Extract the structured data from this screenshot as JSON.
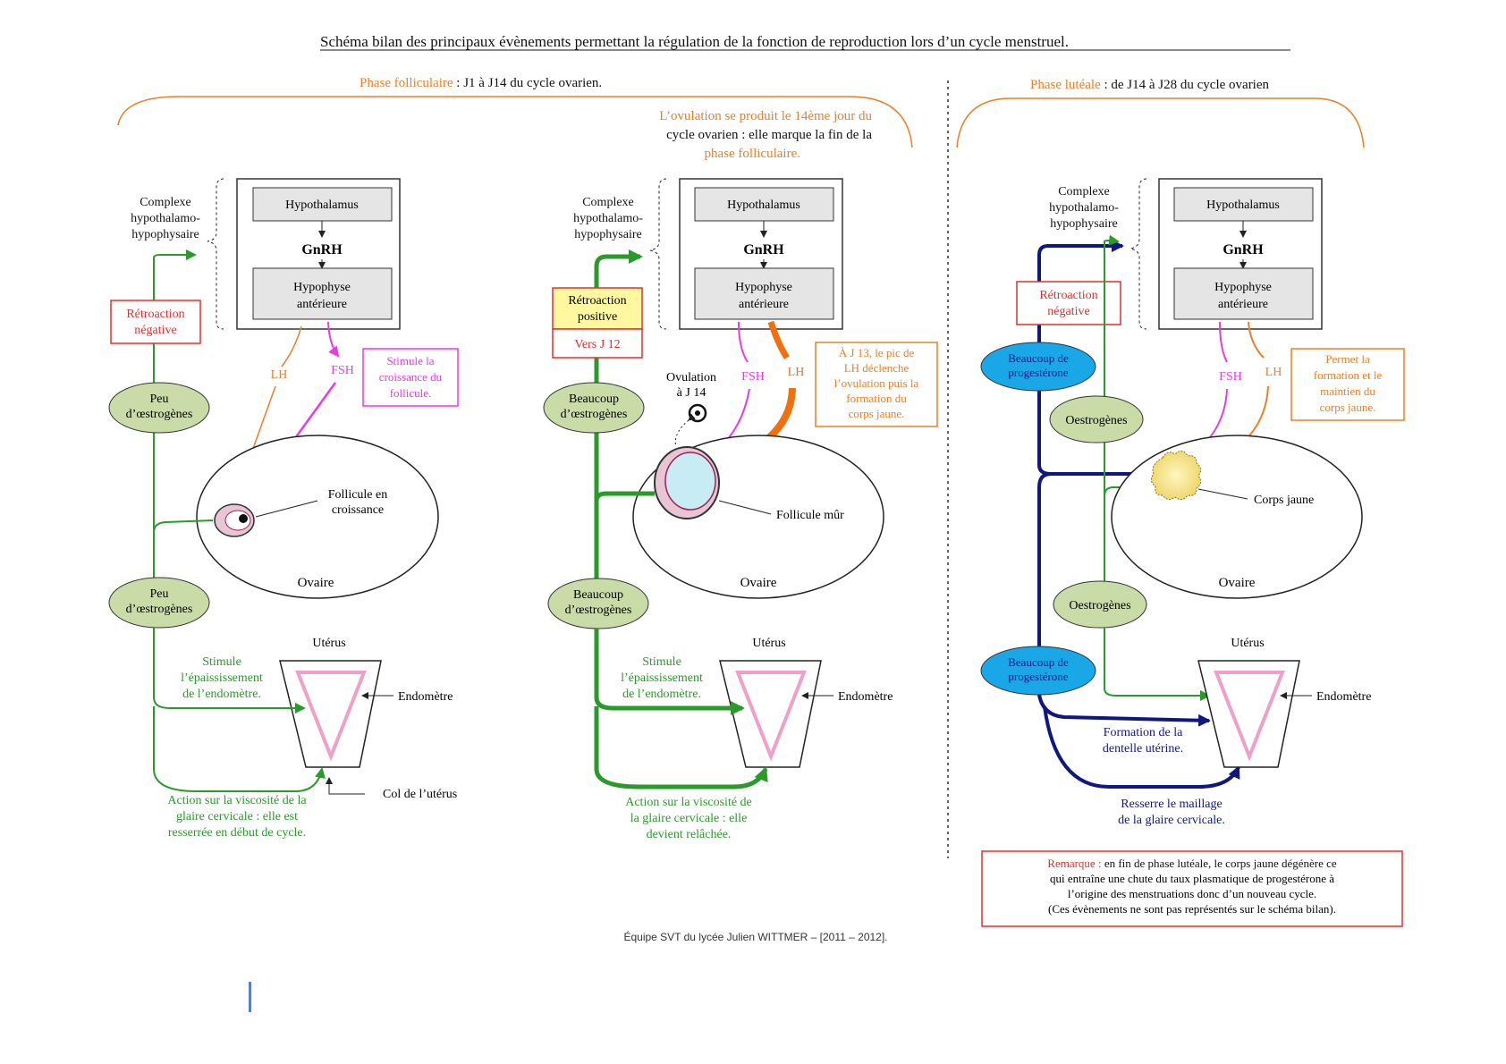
{
  "title": "Schéma bilan des principaux évènements permettant la régulation de la fonction de reproduction lors d’un cycle menstruel.",
  "colors": {
    "orange": "#e8802a",
    "magenta": "#e83ce0",
    "green": "#2a9a2a",
    "navy": "#101880",
    "red": "#e03030",
    "oval": "#c9dca8",
    "blue_oval": "#1aa7e8"
  },
  "shared": {
    "complexe": [
      "Complexe",
      "hypothalamo-",
      "hypophysaire"
    ],
    "hypothalamus": "Hypothalamus",
    "gnrh": "GnRH",
    "hypophyse": [
      "Hypophyse",
      "antérieure"
    ],
    "ovaire": "Ovaire",
    "uterus": "Utérus",
    "endometre": "Endomètre",
    "lh": "LH",
    "fsh": "FSH"
  },
  "follicular": {
    "phase_name": "Phase folliculaire",
    "phase_range": " : J1 à J14 du cycle ovarien.",
    "ovulation_note": [
      "L’ovulation se produit le 14ème jour du",
      "cycle ovarien : elle marque la fin de la",
      "phase folliculaire."
    ],
    "panel1": {
      "retro": [
        "Rétroaction",
        "négative"
      ],
      "peu1": [
        "Peu",
        "d’œstrogènes"
      ],
      "peu2": [
        "Peu",
        "d’œstrogènes"
      ],
      "stimule_box": [
        "Stimule la",
        "croissance du",
        "follicule."
      ],
      "follicule": [
        "Follicule en",
        "croissance"
      ],
      "stimule_endo": [
        "Stimule",
        "l’épaississement",
        "de l’endomètre."
      ],
      "col": "Col de l’utérus",
      "action": [
        "Action sur la viscosité de la",
        "glaire cervicale : elle est",
        "resserrée en début de cycle."
      ]
    },
    "panel2": {
      "retro": [
        "Rétroaction",
        "positive"
      ],
      "vers": "Vers J 12",
      "beaucoup1": [
        "Beaucoup",
        "d’œstrogènes"
      ],
      "beaucoup2": [
        "Beaucoup",
        "d’œstrogènes"
      ],
      "ovulation": [
        "Ovulation",
        "à J 14"
      ],
      "aj13": [
        "À J 13, le pic de",
        "LH déclenche",
        "l’ovulation puis la",
        "formation du",
        "corps jaune."
      ],
      "follicule_mur": "Follicule mûr",
      "stimule_endo": [
        "Stimule",
        "l’épaississement",
        "de l’endomètre."
      ],
      "action": [
        "Action sur la viscosité de",
        "la glaire cervicale : elle",
        "devient relâchée."
      ]
    }
  },
  "luteal": {
    "phase_name": "Phase lutéale",
    "phase_range": " : de J14 à J28 du cycle ovarien",
    "retro": [
      "Rétroaction",
      "négative"
    ],
    "progesterone1": [
      "Beaucoup de",
      "progestérone"
    ],
    "progesterone2": [
      "Beaucoup de",
      "progestérone"
    ],
    "oestrogenes1": "Oestrogènes",
    "oestrogenes2": "Oestrogènes",
    "permet": [
      "Permet la",
      "formation et le",
      "maintien du",
      "corps jaune."
    ],
    "corps_jaune": "Corps jaune",
    "formation": [
      "Formation de la",
      "dentelle utérine."
    ],
    "resserre": [
      "Resserre le maillage",
      "de la glaire cervicale."
    ],
    "remarque_label": "Remarque :",
    "remarque": [
      " en fin de phase lutéale, le corps jaune dégénère ce",
      "qui entraîne une chute du taux plasmatique de progestérone à",
      "l’origine des menstruations donc d’un nouveau cycle.",
      "(Ces évènements ne sont pas représentés sur le schéma bilan)."
    ]
  },
  "footer": "Équipe SVT du lycée Julien WITTMER – [2011 – 2012]."
}
